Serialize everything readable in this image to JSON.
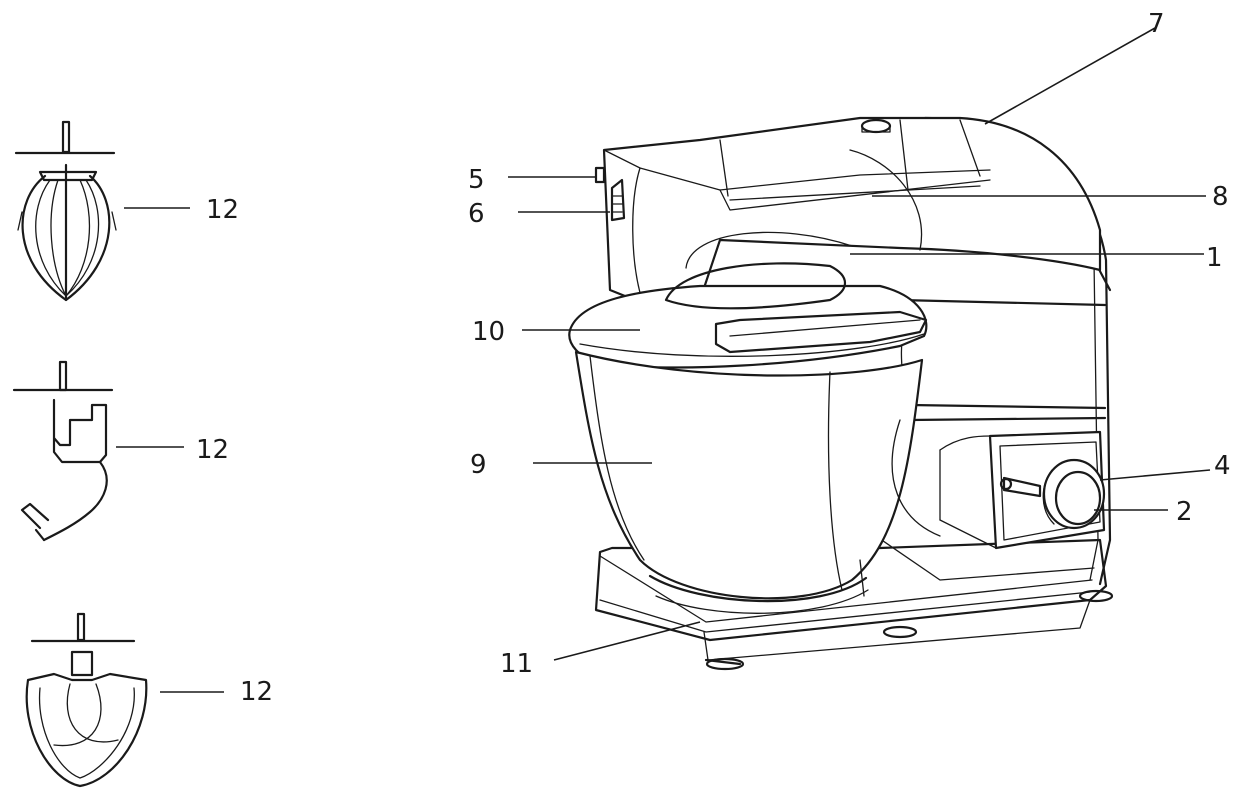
{
  "callouts": {
    "c1": "1",
    "c2": "2",
    "c4": "4",
    "c5": "5",
    "c6": "6",
    "c7": "7",
    "c8": "8",
    "c9": "9",
    "c10": "10",
    "c11": "11",
    "c12_whisk": "12",
    "c12_hook": "12",
    "c12_beater": "12"
  },
  "colors": {
    "line": "#1a1a1a",
    "background": "#ffffff"
  }
}
